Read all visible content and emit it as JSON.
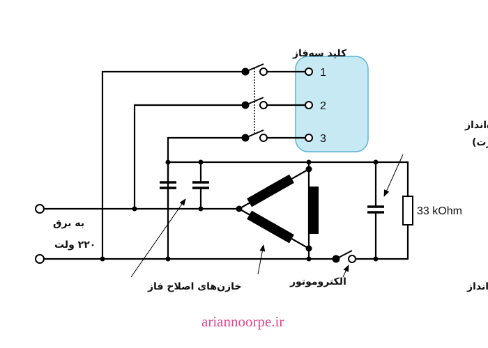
{
  "labels": {
    "three_phase_switch": "کلید سه‌فاز",
    "start_capacitor": "خازن راه‌انداز",
    "start_capacitor_alt": "(خازن استارت)",
    "resistor_value": "33 kOhm",
    "mains_line1": "به برق",
    "mains_line2": "۲۲۰ ولت",
    "phase_correction_caps": "خازن‌های اصلاح فاز",
    "electromotor": "الکتروموتور",
    "start_cap_cutoff_switch": "کلید قطع‌کن خازن راه‌انداز"
  },
  "terminals": [
    "1",
    "2",
    "3"
  ],
  "watermark": "ariannoorpe.ir",
  "colors": {
    "terminal_box_fill": "#c6e9f4",
    "terminal_box_stroke": "#5cb3d3",
    "watermark": "#e4478d"
  }
}
